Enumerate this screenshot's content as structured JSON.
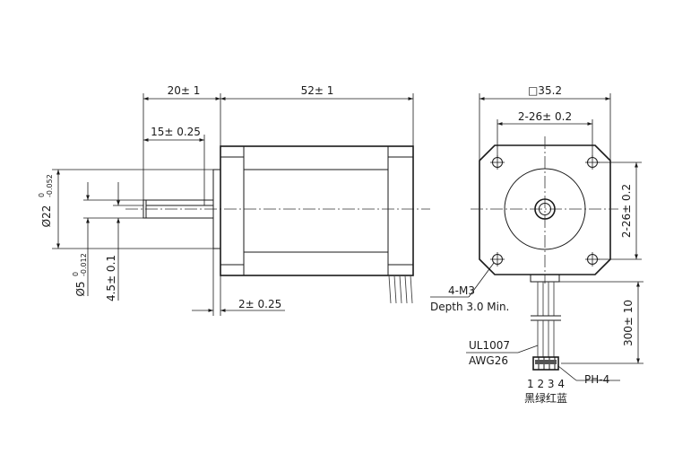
{
  "side_view": {
    "shaft_length": "20± 1",
    "body_length": "52± 1",
    "flat_length": "15± 0.25",
    "boss_diameter": "Ø22",
    "boss_tol_upper": "0",
    "boss_tol_lower": "-0.052",
    "shaft_diameter": "Ø5",
    "shaft_tol_upper": "0",
    "shaft_tol_lower": "-0.012",
    "flat_depth": "4.5± 0.1",
    "boss_height": "2± 0.25"
  },
  "front_view": {
    "square": "□35.2",
    "hole_spacing_x": "2-26± 0.2",
    "hole_spacing_y": "2-26± 0.2",
    "screw_thread": "4-M3",
    "screw_depth": "Depth 3.0 Min.",
    "cable_length": "300± 10",
    "wire_type": "UL1007",
    "wire_gauge": "AWG26",
    "connector": "PH-4",
    "pin_numbers": "1 2 3 4",
    "wire_colors": "黑绿红蓝"
  }
}
